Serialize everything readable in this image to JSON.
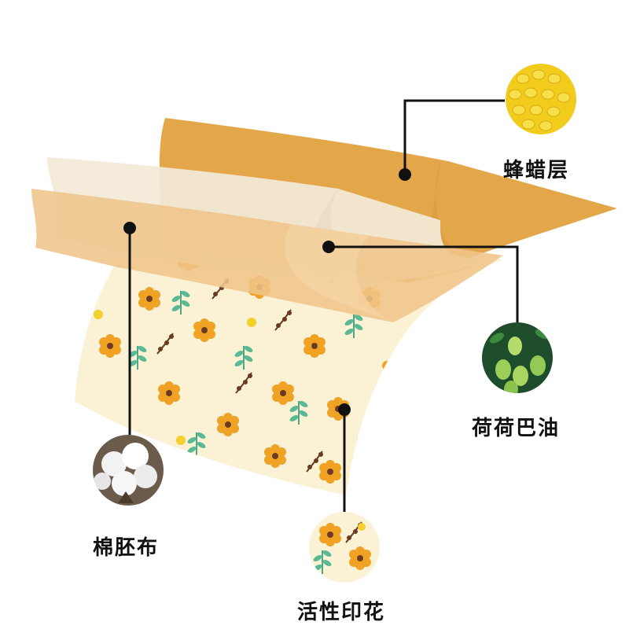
{
  "labels": {
    "beeswax": "蜂蜡层",
    "jojoba_oil": "荷荷巴油",
    "cotton": "棉胚布",
    "print": "活性印花"
  },
  "icons": {
    "beeswax": "beeswax-pellets-icon",
    "jojoba_oil": "jojoba-fruit-icon",
    "cotton": "cotton-boll-icon",
    "print": "floral-print-icon"
  },
  "colors": {
    "wax_layer": "#e3a649",
    "wax_layer_light": "#efc58a",
    "oil_layer": "#f3e9d8",
    "fabric_base": "#fbf2d6",
    "flower_orange": "#f0a224",
    "leaf_green": "#5bb894",
    "twig_brown": "#6b3a1f",
    "line": "#111111"
  }
}
